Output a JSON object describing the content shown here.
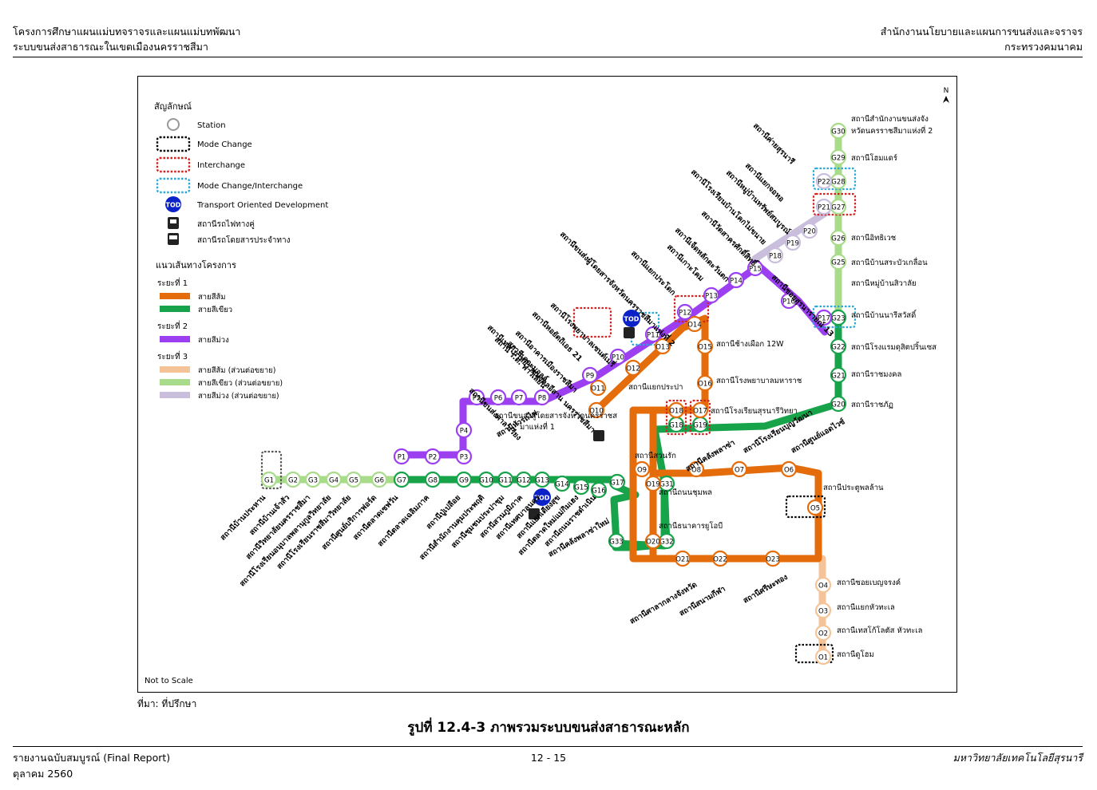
{
  "header": {
    "left_line1": "โครงการศึกษาแผนแม่บทจราจรและแผนแม่บทพัฒนา",
    "left_line2": "ระบบขนส่งสาธารณะในเขตเมืองนครราชสีมา",
    "right_line1": "สำนักงานนโยบายและแผนการขนส่งและจราจร",
    "right_line2": "กระทรวงคมนาคม"
  },
  "footer": {
    "left_line1": "รายงานฉบับสมบูรณ์ (Final Report)",
    "left_line2": "ตุลาคม 2560",
    "page": "12 - 15",
    "right": "มหาวิทยาลัยเทคโนโลยีสุรนารี"
  },
  "figure": {
    "source": "ที่มา: ที่ปรึกษา",
    "caption": "รูปที่ 12.4-3 ภาพรวมระบบขนส่งสาธารณะหลัก",
    "north": "N",
    "not_to_scale": "Not to Scale"
  },
  "colors": {
    "orange": "#e46c0a",
    "green": "#17a34a",
    "purple": "#9b3ff0",
    "orange_ext": "#f5c398",
    "green_ext": "#a8dc8a",
    "purple_ext": "#c9bedc",
    "mode_change": "#000000",
    "interchange": "#d42020",
    "mode_interchange": "#2aa8d8",
    "tod": "#0b22c8"
  },
  "legend": {
    "title": "สัญลักษณ์",
    "items": [
      {
        "type": "station",
        "label": "Station"
      },
      {
        "type": "mode",
        "label": "Mode Change"
      },
      {
        "type": "inter",
        "label": "Interchange"
      },
      {
        "type": "modeinter",
        "label": "Mode Change/Interchange"
      },
      {
        "type": "tod",
        "label": "Transport Oriented Development",
        "badge": "TOD"
      },
      {
        "type": "rail",
        "label": "สถานีรถไฟทางคู่"
      },
      {
        "type": "bus",
        "label": "สถานีรถโดยสารประจำทาง"
      }
    ],
    "routes_title": "แนวเส้นทางโครงการ",
    "phases": [
      {
        "label": "ระยะที่ 1",
        "lines": [
          {
            "color": "#e46c0a",
            "label": "สายสีส้ม"
          },
          {
            "color": "#17a34a",
            "label": "สายสีเขียว"
          }
        ]
      },
      {
        "label": "ระยะที่ 2",
        "lines": [
          {
            "color": "#9b3ff0",
            "label": "สายสีม่วง"
          }
        ]
      },
      {
        "label": "ระยะที่ 3",
        "lines": [
          {
            "color": "#f5c398",
            "label": "สายสีส้ม (ส่วนต่อขยาย)"
          },
          {
            "color": "#a8dc8a",
            "label": "สายสีเขียว (ส่วนต่อขยาย)"
          },
          {
            "color": "#c9bedc",
            "label": "สายสีม่วง (ส่วนต่อขยาย)"
          }
        ]
      }
    ]
  },
  "stations": {
    "green": [
      "G1",
      "G2",
      "G3",
      "G4",
      "G5",
      "G6",
      "G7",
      "G8",
      "G9",
      "G10",
      "G11",
      "G12",
      "G13",
      "G14",
      "G15",
      "G16",
      "G17",
      "G18",
      "G19",
      "G20",
      "G21",
      "G22",
      "G23",
      "G25",
      "G26",
      "G27",
      "G28",
      "G29",
      "G30",
      "G31",
      "G32",
      "G33"
    ],
    "orange": [
      "O1",
      "O2",
      "O3",
      "O4",
      "O5",
      "O6",
      "O7",
      "O8",
      "O9",
      "O10",
      "O11",
      "O12",
      "O13",
      "O14",
      "O15",
      "O16",
      "O17",
      "O18",
      "O19",
      "O20",
      "O21",
      "O22",
      "O23"
    ],
    "purple": [
      "P1",
      "P2",
      "P3",
      "P4",
      "P5",
      "P6",
      "P7",
      "P8",
      "P9",
      "P10",
      "P11",
      "P12",
      "P13",
      "P14",
      "P15",
      "P16",
      "P17",
      "P18",
      "P19",
      "P20",
      "P21",
      "P22"
    ]
  },
  "station_names": {
    "g_bottom": [
      "สถานีบ้านประหาน",
      "สถานีบ้านเจ้าสัว",
      "สถานีวิทยาลัยนครราชสีมา",
      "สถานีโรงเรียนอนุบาลพลานุกูลวิทยาลัย",
      "สถานีโรงเรียนราชสีมาวิทยาลัย",
      "สถานีศูนย์บริการฟอร์ด",
      "สถานีตลาดเซฟวัน",
      "สถานีตลาดเฉลิมภาค",
      "สถานีปู่เปลือย",
      "สถานีสำนักงานคุมประพฤติ",
      "สถานีชุมชนประปาชุม",
      "สถานีสวนภูมิภาค",
      "สถานีเทศบาลนคร",
      "สถานีแยกเตียงสุข",
      "สถานีตลาดใหม่แม่กิมเฮง",
      "สถานีถนนราชดำเนิน"
    ],
    "p_upper": [
      "สถานีขนส่งศาลาเรียง",
      "สถานีเทคโนโลยีราชมงคลอีสาน นครราชสีมา",
      "สถานี ร.ด. พาวิเลียน",
      "สถานีเดอะมอลล์",
      "สถานีอาคารเมืองราชสีมา",
      "สถานีหอยัตถิเอธ 21",
      "สถานีโรงพยาบาลเซนต์เมรี่",
      "สถานีขนส่งผู้โดยสารจังหวัดนครราชสีมาแห่งที่ 2",
      "สถานีแยกประโดก",
      "สถานีเกาะโคม",
      "สถานีเจ็ดหลักตะวันตก",
      "สถานีวัดสาครศักดิ์สิทธิ์",
      "สถานีโรงเรียนบ้านโคกไม่ขนาย",
      "สถานีหมู่บ้านทรัพย์สมบูรณ์",
      "สถานีแยกจอหอ",
      "สถานีค่ายสุรนารี",
      "สถานีซอยสุรนารายณ์ 13"
    ],
    "green_east": [
      "สถานีสำนักงานขนส่งจังหวัดนครราชสีมาแห่งที่ 2",
      "สถานีโฮมแดร์",
      "สถานีอิทธิเวช",
      "สถานีบ้านสระบัวเกลื่อน",
      "สถานีหมู่บ้านสิวาลัย",
      "สถานีบ้านนารีสวัสดิ์",
      "สถานีโรงแรมดุสิตปริ้นเซส",
      "สถานีราชมงคล",
      "สถานีราชภัฏ"
    ],
    "orange_east": [
      "สถานีช้างเผือก 12W",
      "สถานีโรงพยาบาลมหาราช",
      "สถานีแยกประปา",
      "สถานีโรงเรียนสุรนารีวิทยา",
      "สถานีขนส่งผู้โดยสารจังหวัดนครราชสีมาแห่งที่ 1",
      "สถานีหัวรถไฟ",
      "สถานีสวนรัก",
      "สถานีถนนชุมพล",
      "สถานีธนาคารยูโอบี",
      "สถานีคลังพลาซ่า",
      "สถานีคลังพลาซ่าใหม่",
      "สถานีโรงเรียนบุญวัฒนา",
      "สถานีศูนย์แอดไวซ์",
      "สถานีประตูพลล้าน",
      "สถานีศาลากลางจังหวัด",
      "สถานีสนามกีฬา",
      "สถานีศรีษะทอง",
      "สถานีซอยเบญจรงค์",
      "สถานีแยกหัวทะเล",
      "สถานีเทสโก้โลตัส หัวทะเล",
      "สถานีดูโฮม"
    ]
  }
}
